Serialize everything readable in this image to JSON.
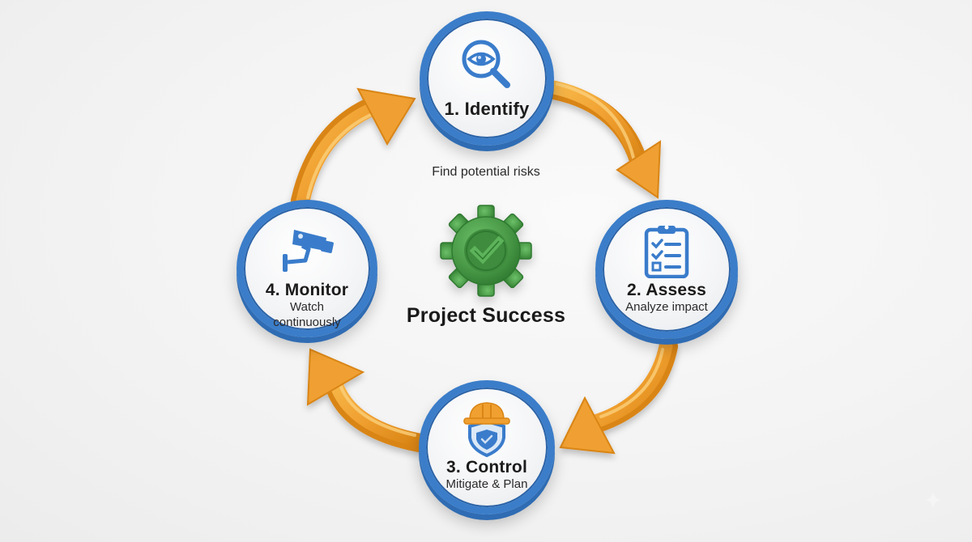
{
  "diagram": {
    "type": "cycle",
    "direction": "clockwise",
    "center": {
      "title": "Project Success",
      "icon": "gear-check-icon",
      "color": "#4a9a48"
    },
    "steps": [
      {
        "number": 1,
        "title": "1. Identify",
        "description": "Find potential risks",
        "icon": "magnifier-eye-icon"
      },
      {
        "number": 2,
        "title": "2. Assess",
        "description": "Analyze impact",
        "icon": "clipboard-checklist-icon"
      },
      {
        "number": 3,
        "title": "3. Control",
        "description": "Mitigate & Plan",
        "icon": "hardhat-shield-icon"
      },
      {
        "number": 4,
        "title": "4. Monitor",
        "description_line1": "Watch",
        "description_line2": "continuously",
        "icon": "security-camera-icon"
      }
    ],
    "connectors": [
      {
        "from": 1,
        "to": 2,
        "style": "curved-arrow"
      },
      {
        "from": 2,
        "to": 3,
        "style": "curved-arrow"
      },
      {
        "from": 3,
        "to": 4,
        "style": "curved-arrow"
      },
      {
        "from": 4,
        "to": 1,
        "style": "curved-arrow"
      }
    ]
  },
  "colors": {
    "node_ring": "#3b7dc9",
    "node_face": "#f3f4f6",
    "icon_blue": "#3a7ccb",
    "arrow_orange": "#f0a030",
    "gear_green": "#4a9a48",
    "hardhat_orange": "#f0a030",
    "text": "#1b1b1b",
    "background": "#f3f3f3"
  }
}
